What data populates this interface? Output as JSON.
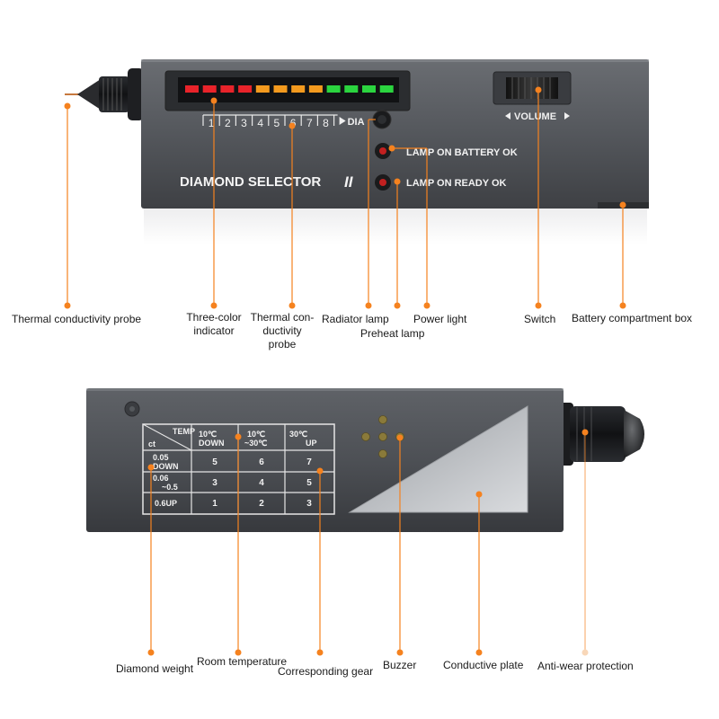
{
  "device_top": {
    "brand": "DIAMOND SELECTOR",
    "model_mark": "II",
    "scale_numbers": [
      "1",
      "2",
      "3",
      "4",
      "5",
      "6",
      "7",
      "8"
    ],
    "scale_end": "DIA",
    "lamp_battery": "LAMP ON BATTERY OK",
    "lamp_ready": "LAMP ON READY OK",
    "volume": "VOLUME",
    "led_colors": [
      "#e8232a",
      "#e8232a",
      "#e8232a",
      "#e8232a",
      "#f39a1e",
      "#f39a1e",
      "#f39a1e",
      "#f39a1e",
      "#2bd43f",
      "#2bd43f",
      "#2bd43f",
      "#2bd43f"
    ]
  },
  "device_bottom": {
    "table": {
      "corner_top": "TEMP",
      "corner_bottom": "ct",
      "col_headers": [
        {
          "line1": "10℃",
          "line2": "DOWN"
        },
        {
          "line1": "10℃",
          "line2": "~30℃"
        },
        {
          "line1": "30℃",
          "line2": "UP"
        }
      ],
      "rows": [
        {
          "label1": "0.05",
          "label2": "DOWN",
          "cells": [
            "5",
            "6",
            "7"
          ]
        },
        {
          "label1": "0.06",
          "label2": "~0.5",
          "cells": [
            "3",
            "4",
            "5"
          ]
        },
        {
          "label1": "0.6UP",
          "label2": "",
          "cells": [
            "1",
            "2",
            "3"
          ]
        }
      ]
    }
  },
  "labels_top": {
    "thermal_probe": "Thermal conductivity probe",
    "three_color_1": "Three-color",
    "three_color_2": "indicator",
    "tc_probe_1": "Thermal con-",
    "tc_probe_2": "ductivity",
    "tc_probe_3": "probe",
    "radiator": "Radiator lamp",
    "preheat": "Preheat lamp",
    "power": "Power light",
    "switch": "Switch",
    "battery": "Battery compartment box"
  },
  "labels_bottom": {
    "diamond_weight": "Diamond weight",
    "room_temp": "Room temperature",
    "gear": "Corresponding gear",
    "buzzer": "Buzzer",
    "plate": "Conductive plate",
    "anti_wear": "Anti-wear protection"
  },
  "colors": {
    "leader": "#f5821f",
    "device_body": "#55585d",
    "device_text": "#ffffff"
  }
}
